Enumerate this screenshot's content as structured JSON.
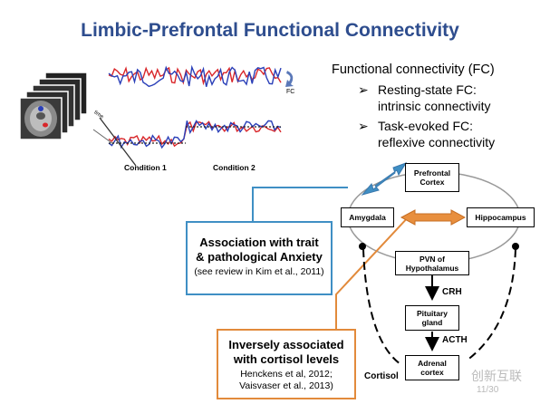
{
  "title": "Limbic-Prefrontal Functional Connectivity",
  "fc_panel": {
    "heading": "Functional connectivity (FC)",
    "bullets": [
      {
        "line1": "Resting-state FC:",
        "line2": "intrinsic connectivity"
      },
      {
        "line1": "Task-evoked FC:",
        "line2": "reflexive connectivity"
      }
    ]
  },
  "timeseries": {
    "fc_label": "FC",
    "time_label": "time",
    "conditions": [
      "Condition 1",
      "Condition 2"
    ]
  },
  "diagram": {
    "prefrontal": {
      "line1": "Prefrontal",
      "line2": "Cortex"
    },
    "amygdala": "Amygdala",
    "hippocampus": "Hippocampus",
    "pvn": {
      "line1": "PVN of",
      "line2": "Hypothalamus"
    },
    "pituitary": {
      "line1": "Pituitary",
      "line2": "gland"
    },
    "adrenal": {
      "line1": "Adrenal",
      "line2": "cortex"
    },
    "crh": "CRH",
    "acth": "ACTH",
    "cortisol": "Cortisol"
  },
  "callouts": {
    "anxiety": {
      "line1": "Association with trait",
      "line2": "& pathological Anxiety",
      "ref": "(see review in Kim et al., 2011)"
    },
    "cortisol": {
      "line1": "Inversely associated",
      "line2": "with cortisol levels",
      "ref1": "Henckens et al, 2012;",
      "ref2": "Vaisvaser et al., 2013)"
    }
  },
  "footer": {
    "page": "11/30",
    "watermark": "创新互联"
  },
  "colors": {
    "title": "#2e4d8e",
    "blue_callout": "#3f8fc4",
    "orange_callout": "#e28a3b",
    "red_series": "#d9262a",
    "blue_series": "#2a3fb8"
  }
}
